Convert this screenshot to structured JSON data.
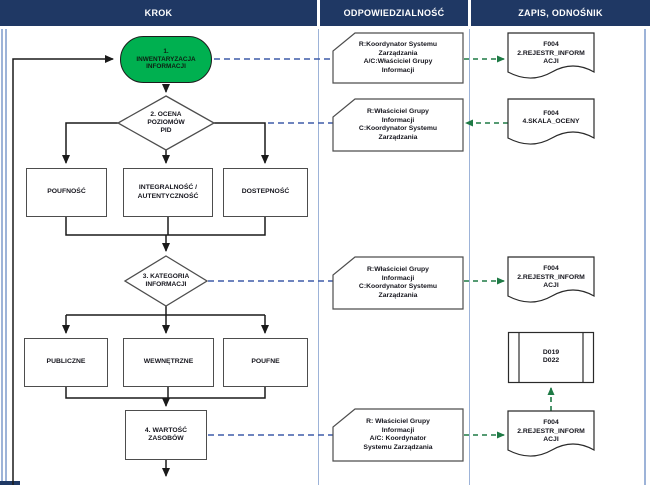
{
  "header": {
    "krok": "KROK",
    "odpowiedzialnosc": "ODPOWIEDZIALNOŚĆ",
    "zapis_odnosnik": "ZAPIS, ODNOŚNIK"
  },
  "flow": {
    "step1_lines": [
      "1.",
      "INWENTARYZACJA",
      "INFORMACJI"
    ],
    "step2_lines": [
      "2. OCENA",
      "POZIOMÓW",
      "PID"
    ],
    "pid_poufnosc": "POUFNOŚĆ",
    "pid_integralnosc_lines": [
      "INTEGRALNOŚĆ /",
      "AUTENTYCZNOŚĆ"
    ],
    "pid_dostepnosc": "DOSTEPNOŚĆ",
    "step3_lines": [
      "3. KATEGORIA",
      "INFORMACJI"
    ],
    "cat_publiczne": "PUBLICZNE",
    "cat_wewnetrzne": "WEWNĘTRZNE",
    "cat_poufne": "POUFNE",
    "step4_lines": [
      "4. WARTOŚĆ",
      "ZASOBÓW"
    ]
  },
  "responsibility": [
    {
      "lines": [
        "R:Koordynator Systemu",
        "Zarządzania",
        "A/C:Właściciel Grupy",
        "Informacji"
      ]
    },
    {
      "lines": [
        "R:Właściciel Grupy",
        "Informacji",
        "C:Koordynator Systemu",
        "Zarządzania"
      ]
    },
    {
      "lines": [
        "R:Właściciel Grupy",
        "Informacji",
        "C:Koordynator Systemu",
        "Zarządzania"
      ]
    },
    {
      "lines": [
        "R: Właściciel Grupy",
        "Informacji",
        "A/C: Koordynator",
        "Systemu Zarządzania"
      ]
    }
  ],
  "records": [
    {
      "type": "document",
      "lines": [
        "F004",
        "2.REJESTR_INFORM",
        "ACJI"
      ]
    },
    {
      "type": "document",
      "lines": [
        "F004",
        "4.SKALA_OCENY"
      ]
    },
    {
      "type": "document",
      "lines": [
        "F004",
        "2.REJESTR_INFORM",
        "ACJI"
      ]
    },
    {
      "type": "predefined",
      "lines": [
        "D019",
        "D022"
      ]
    },
    {
      "type": "document",
      "lines": [
        "F004",
        "2.REJESTR_INFORM",
        "ACJI"
      ]
    }
  ],
  "colors": {
    "header_bg": "#1F3864",
    "start_node_green": "#00B050",
    "link_blue_dashed": "#3E5CA8",
    "link_green_dashed": "#1E7A45",
    "table_border_light_blue": "#9DB3D8",
    "flow_line_black": "#1a1a1a"
  }
}
